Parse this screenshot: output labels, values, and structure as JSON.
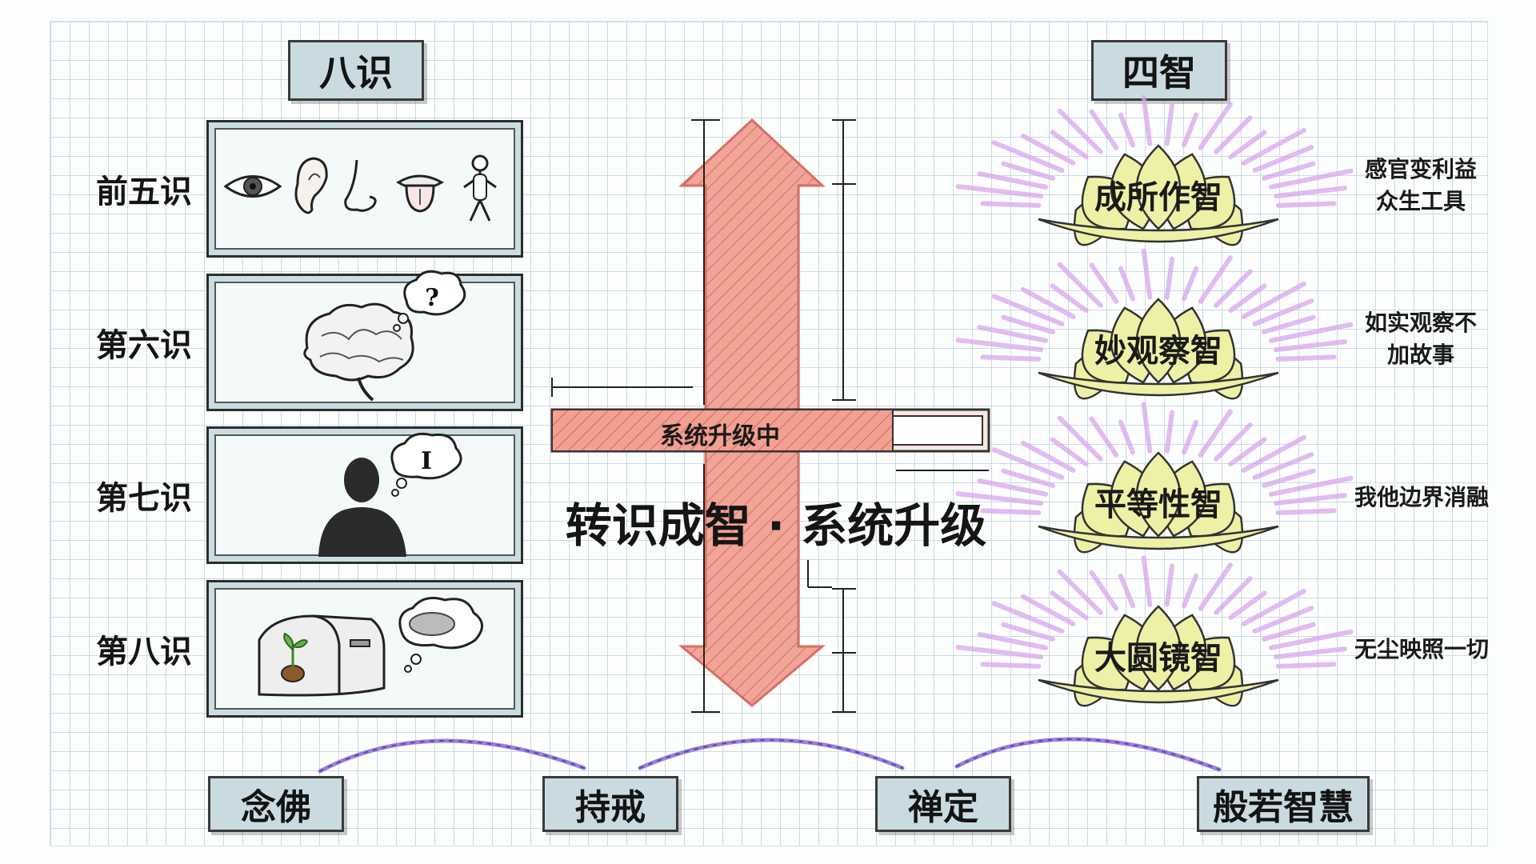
{
  "headers": {
    "left": "八识",
    "right": "四智"
  },
  "consciousness": [
    {
      "label": "前五识"
    },
    {
      "label": "第六识",
      "thought": "?"
    },
    {
      "label": "第七识",
      "thought": "I"
    },
    {
      "label": "第八识"
    }
  ],
  "center": {
    "bar_label": "系统升级中",
    "progress": 0.78,
    "title": "转识成智 · 系统升级"
  },
  "wisdoms": [
    {
      "name": "成所作智",
      "desc_lines": [
        "感官变利益",
        "众生工具"
      ]
    },
    {
      "name": "妙观察智",
      "desc_lines": [
        "如实观察不",
        "加故事"
      ]
    },
    {
      "name": "平等性智",
      "desc_lines": [
        "我他边界消融"
      ]
    },
    {
      "name": "大圆镜智",
      "desc_lines": [
        "无尘映照一切"
      ]
    }
  ],
  "practices": [
    {
      "label": "念佛"
    },
    {
      "label": "持戒"
    },
    {
      "label": "禅定"
    },
    {
      "label": "般若智慧"
    }
  ],
  "colors": {
    "arrow": "#f2a091",
    "lotus": "#eef0a6",
    "rays": "#d7a7ee",
    "label_fill": "#c9dbe0",
    "connector": "#9b7fe0"
  },
  "icons": [
    "eye-icon",
    "ear-icon",
    "nose-icon",
    "mouth-icon",
    "body-icon",
    "brain-icon",
    "person-silhouette-icon",
    "seed-chest-icon"
  ]
}
